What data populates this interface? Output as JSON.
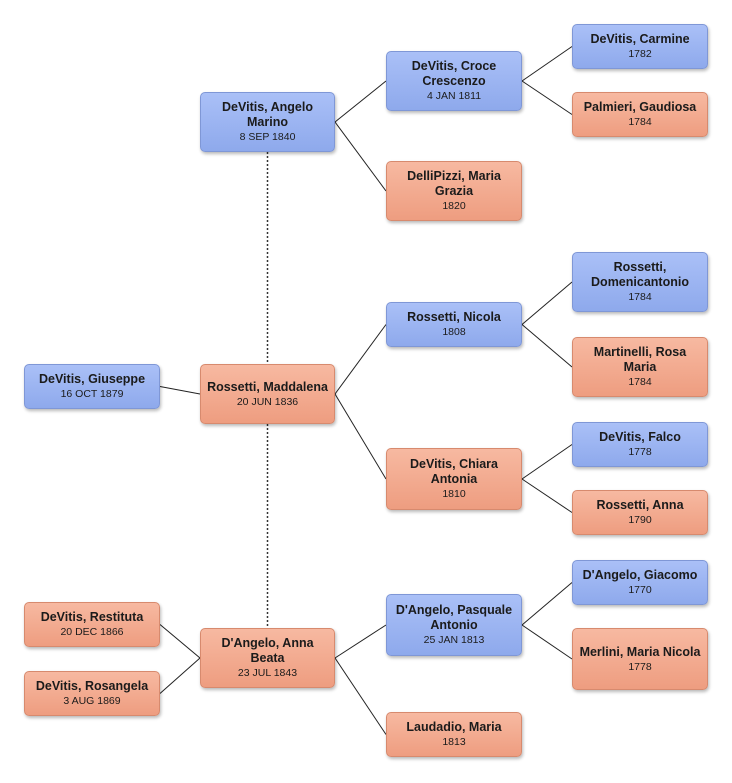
{
  "people": [
    {
      "id": "giuseppe",
      "name": "DeVitis, Giuseppe",
      "date": "16 OCT 1879",
      "sex": "male"
    },
    {
      "id": "restituta",
      "name": "DeVitis, Restituta",
      "date": "20 DEC 1866",
      "sex": "female"
    },
    {
      "id": "rosangela",
      "name": "DeVitis, Rosangela",
      "date": "3 AUG 1869",
      "sex": "female"
    },
    {
      "id": "angelo",
      "name": "DeVitis, Angelo Marino",
      "date": "8 SEP 1840",
      "sex": "male"
    },
    {
      "id": "maddalena",
      "name": "Rossetti, Maddalena",
      "date": "20 JUN 1836",
      "sex": "female"
    },
    {
      "id": "anna-beata",
      "name": "D'Angelo, Anna Beata",
      "date": "23 JUL 1843",
      "sex": "female"
    },
    {
      "id": "croce",
      "name": "DeVitis, Croce Crescenzo",
      "date": "4 JAN 1811",
      "sex": "male"
    },
    {
      "id": "maria-grazia",
      "name": "DelliPizzi, Maria Grazia",
      "date": "1820",
      "sex": "female"
    },
    {
      "id": "nicola",
      "name": "Rossetti, Nicola",
      "date": "1808",
      "sex": "male"
    },
    {
      "id": "chiara",
      "name": "DeVitis, Chiara Antonia",
      "date": "1810",
      "sex": "female"
    },
    {
      "id": "pasquale",
      "name": "D'Angelo, Pasquale Antonio",
      "date": "25 JAN 1813",
      "sex": "male"
    },
    {
      "id": "laudadio",
      "name": "Laudadio, Maria",
      "date": "1813",
      "sex": "female"
    },
    {
      "id": "carmine",
      "name": "DeVitis, Carmine",
      "date": "1782",
      "sex": "male"
    },
    {
      "id": "gaudiosa",
      "name": "Palmieri, Gaudiosa",
      "date": "1784",
      "sex": "female"
    },
    {
      "id": "domenicantonio",
      "name": "Rossetti, Domenicantonio",
      "date": "1784",
      "sex": "male"
    },
    {
      "id": "rosa-maria",
      "name": "Martinelli, Rosa Maria",
      "date": "1784",
      "sex": "female"
    },
    {
      "id": "falco",
      "name": "DeVitis, Falco",
      "date": "1778",
      "sex": "male"
    },
    {
      "id": "anna",
      "name": "Rossetti, Anna",
      "date": "1790",
      "sex": "female"
    },
    {
      "id": "giacomo",
      "name": "D'Angelo, Giacomo",
      "date": "1770",
      "sex": "male"
    },
    {
      "id": "maria-nicola",
      "name": "Merlini, Maria Nicola",
      "date": "1778",
      "sex": "female"
    }
  ],
  "links": [
    {
      "from": "giuseppe",
      "to": "maddalena"
    },
    {
      "from": "restituta",
      "to": "anna-beata"
    },
    {
      "from": "rosangela",
      "to": "anna-beata"
    },
    {
      "from": "angelo",
      "to": "croce"
    },
    {
      "from": "angelo",
      "to": "maria-grazia"
    },
    {
      "from": "maddalena",
      "to": "nicola"
    },
    {
      "from": "maddalena",
      "to": "chiara"
    },
    {
      "from": "anna-beata",
      "to": "pasquale"
    },
    {
      "from": "anna-beata",
      "to": "laudadio"
    },
    {
      "from": "croce",
      "to": "carmine"
    },
    {
      "from": "croce",
      "to": "gaudiosa"
    },
    {
      "from": "nicola",
      "to": "domenicantonio"
    },
    {
      "from": "nicola",
      "to": "rosa-maria"
    },
    {
      "from": "chiara",
      "to": "falco"
    },
    {
      "from": "chiara",
      "to": "anna"
    },
    {
      "from": "pasquale",
      "to": "giacomo"
    },
    {
      "from": "pasquale",
      "to": "maria-nicola"
    }
  ],
  "spouse_links": [
    {
      "from": "angelo",
      "to": "maddalena"
    },
    {
      "from": "maddalena",
      "to": "anna-beata"
    }
  ]
}
